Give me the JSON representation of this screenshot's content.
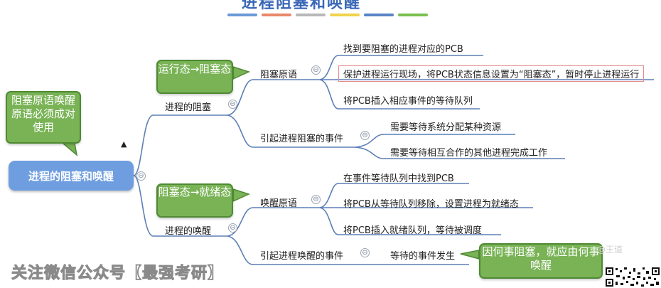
{
  "header": {
    "title_partial": "进程阻塞和唤醒",
    "color_bars": [
      "#6b9ad7",
      "#e9896b",
      "#b8b8b8",
      "#f0d34c",
      "#5a84c6",
      "#7ac04f"
    ]
  },
  "root": {
    "label": "进程的阻塞和唤醒"
  },
  "callouts": {
    "pair_note": "阻塞原语唤醒原语必须成对使用",
    "run_to_block": "运行态→阻塞态",
    "block_to_ready": "阻塞态→就绪态",
    "cause_wake": "因何事阻塞，就应由何事唤醒"
  },
  "block": {
    "label": "进程的阻塞",
    "primitive": {
      "label": "阻塞原语",
      "steps": [
        "找到要阻塞的进程对应的PCB",
        "保护进程运行现场，将PCB状态信息设置为“阻塞态”，暂时停止进程运行",
        "将PCB插入相应事件的等待队列"
      ]
    },
    "events": {
      "label": "引起进程阻塞的事件",
      "items": [
        "需要等待系统分配某种资源",
        "需要等待相互合作的其他进程完成工作"
      ]
    }
  },
  "wake": {
    "label": "进程的唤醒",
    "primitive": {
      "label": "唤醒原语",
      "steps": [
        "在事件等待队列中找到PCB",
        "将PCB从等待队列移除，设置进程为就绪态",
        "将PCB插入就绪队列，等待被调度"
      ]
    },
    "events": {
      "label": "引起进程唤醒的事件",
      "items": [
        "等待的事件发生"
      ]
    }
  },
  "watermark": {
    "text": "关注微信公众号【最强考研】",
    "corner_text": "@王道"
  },
  "icons": {
    "collapse": "⊖"
  }
}
